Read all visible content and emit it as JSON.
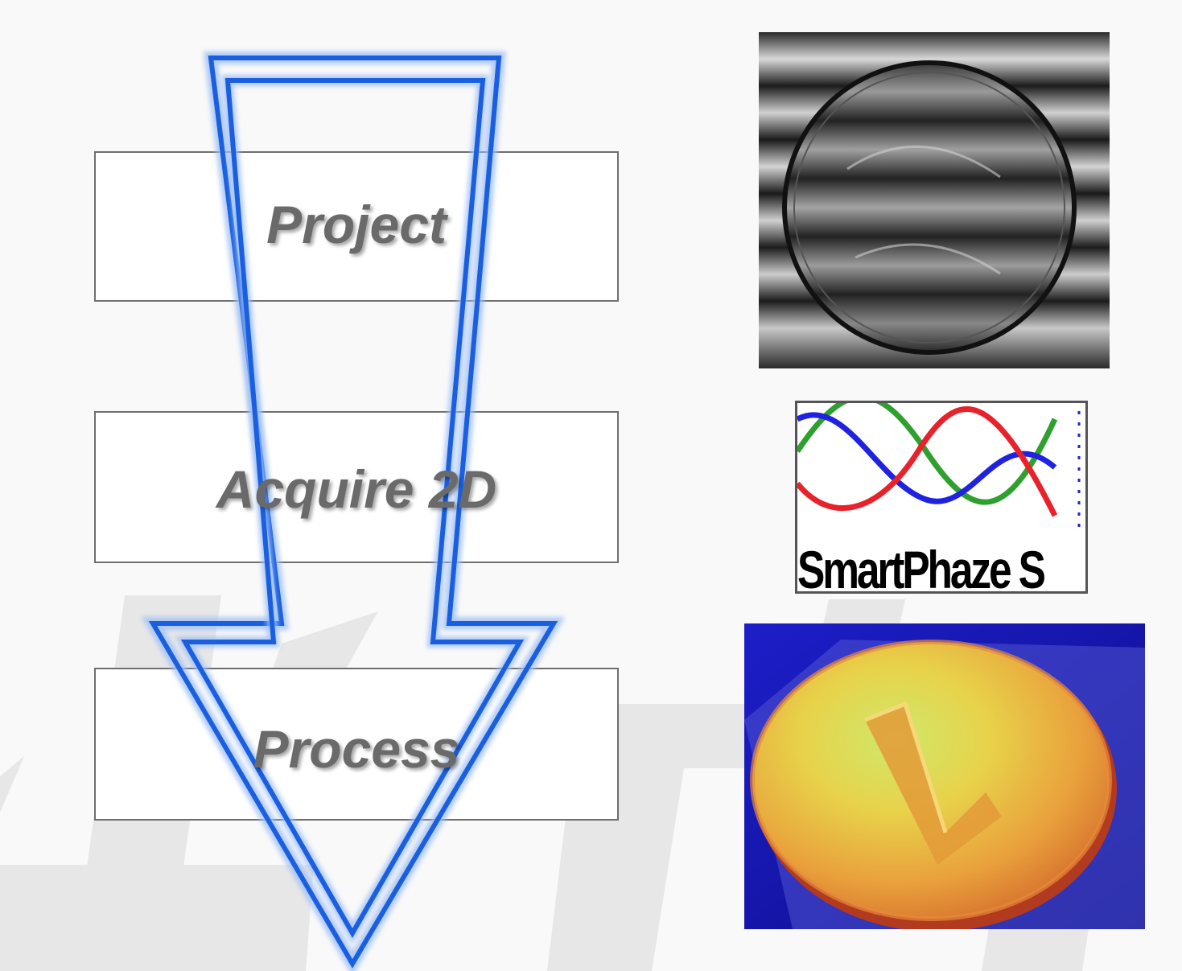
{
  "steps": [
    {
      "label": "Project"
    },
    {
      "label": "Acquire 2D"
    },
    {
      "label": "Process"
    }
  ],
  "images": [
    {
      "name": "fringe-projection-coin-photo"
    },
    {
      "name": "smartphaze-logo",
      "text": "SmartPhaze S",
      "wave_colors": [
        "#2ea02e",
        "#1f22e0",
        "#e8222a"
      ]
    },
    {
      "name": "3d-surface-coin-render"
    }
  ],
  "colors": {
    "arrow_outline": "#1a5fe0",
    "box_border": "#6e6e6e",
    "label_text": "#6a6a6a",
    "surface_background": "#1d1ec8"
  }
}
